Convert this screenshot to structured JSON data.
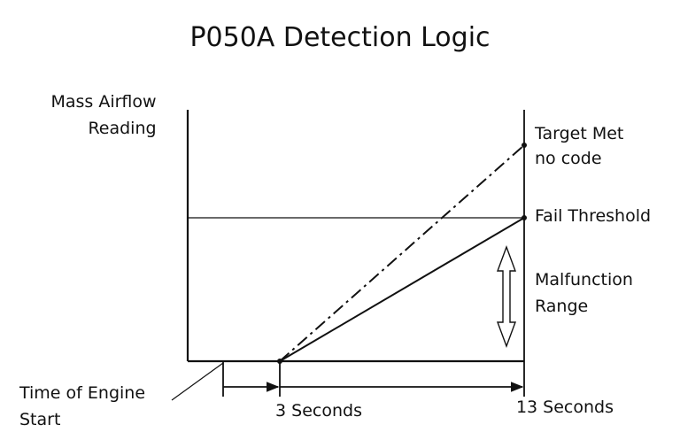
{
  "title": "P050A Detection Logic",
  "y_axis_label": [
    "Mass Airflow",
    "Reading"
  ],
  "start_label": [
    "Time of Engine",
    "Start"
  ],
  "time_marks": {
    "first": "3 Seconds",
    "second": "13 Seconds"
  },
  "lines": {
    "target": [
      "Target Met",
      "no code"
    ],
    "threshold": "Fail Threshold",
    "malfunction": [
      "Malfunction",
      "Range"
    ]
  }
}
